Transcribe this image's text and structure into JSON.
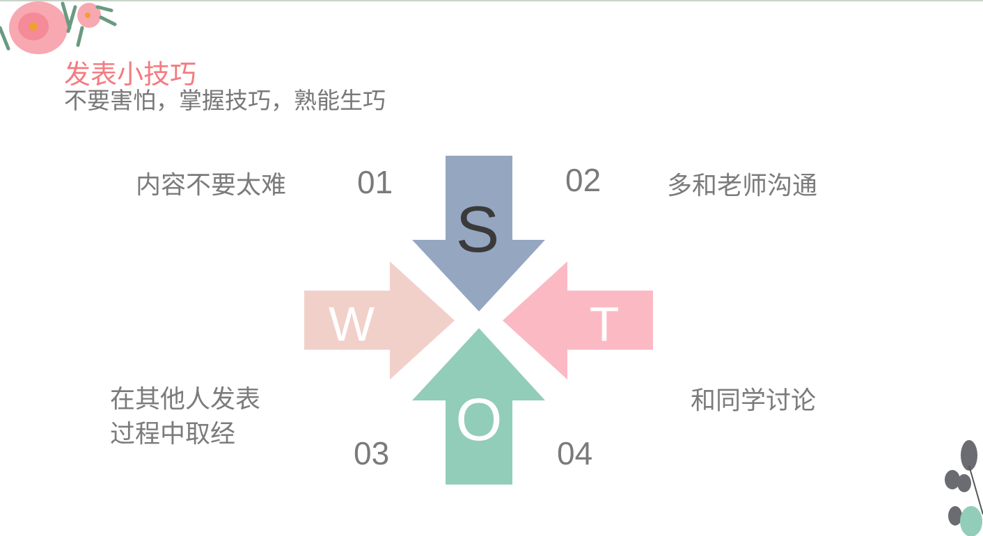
{
  "header": {
    "title": "发表小技巧",
    "subtitle": "不要害怕，掌握技巧，熟能生巧"
  },
  "swot": {
    "letters": {
      "s": "S",
      "w": "W",
      "t": "T",
      "o": "O"
    },
    "colors": {
      "s": "#95a6c0",
      "w": "#f2d0ca",
      "t": "#fbbac3",
      "o": "#92cdb9"
    },
    "items": [
      {
        "number": "01",
        "text": "内容不要太难"
      },
      {
        "number": "02",
        "text": "多和老师沟通"
      },
      {
        "number": "03",
        "text_line1": "在其他人发表",
        "text_line2": "过程中取经"
      },
      {
        "number": "04",
        "text": "和同学讨论"
      }
    ]
  }
}
